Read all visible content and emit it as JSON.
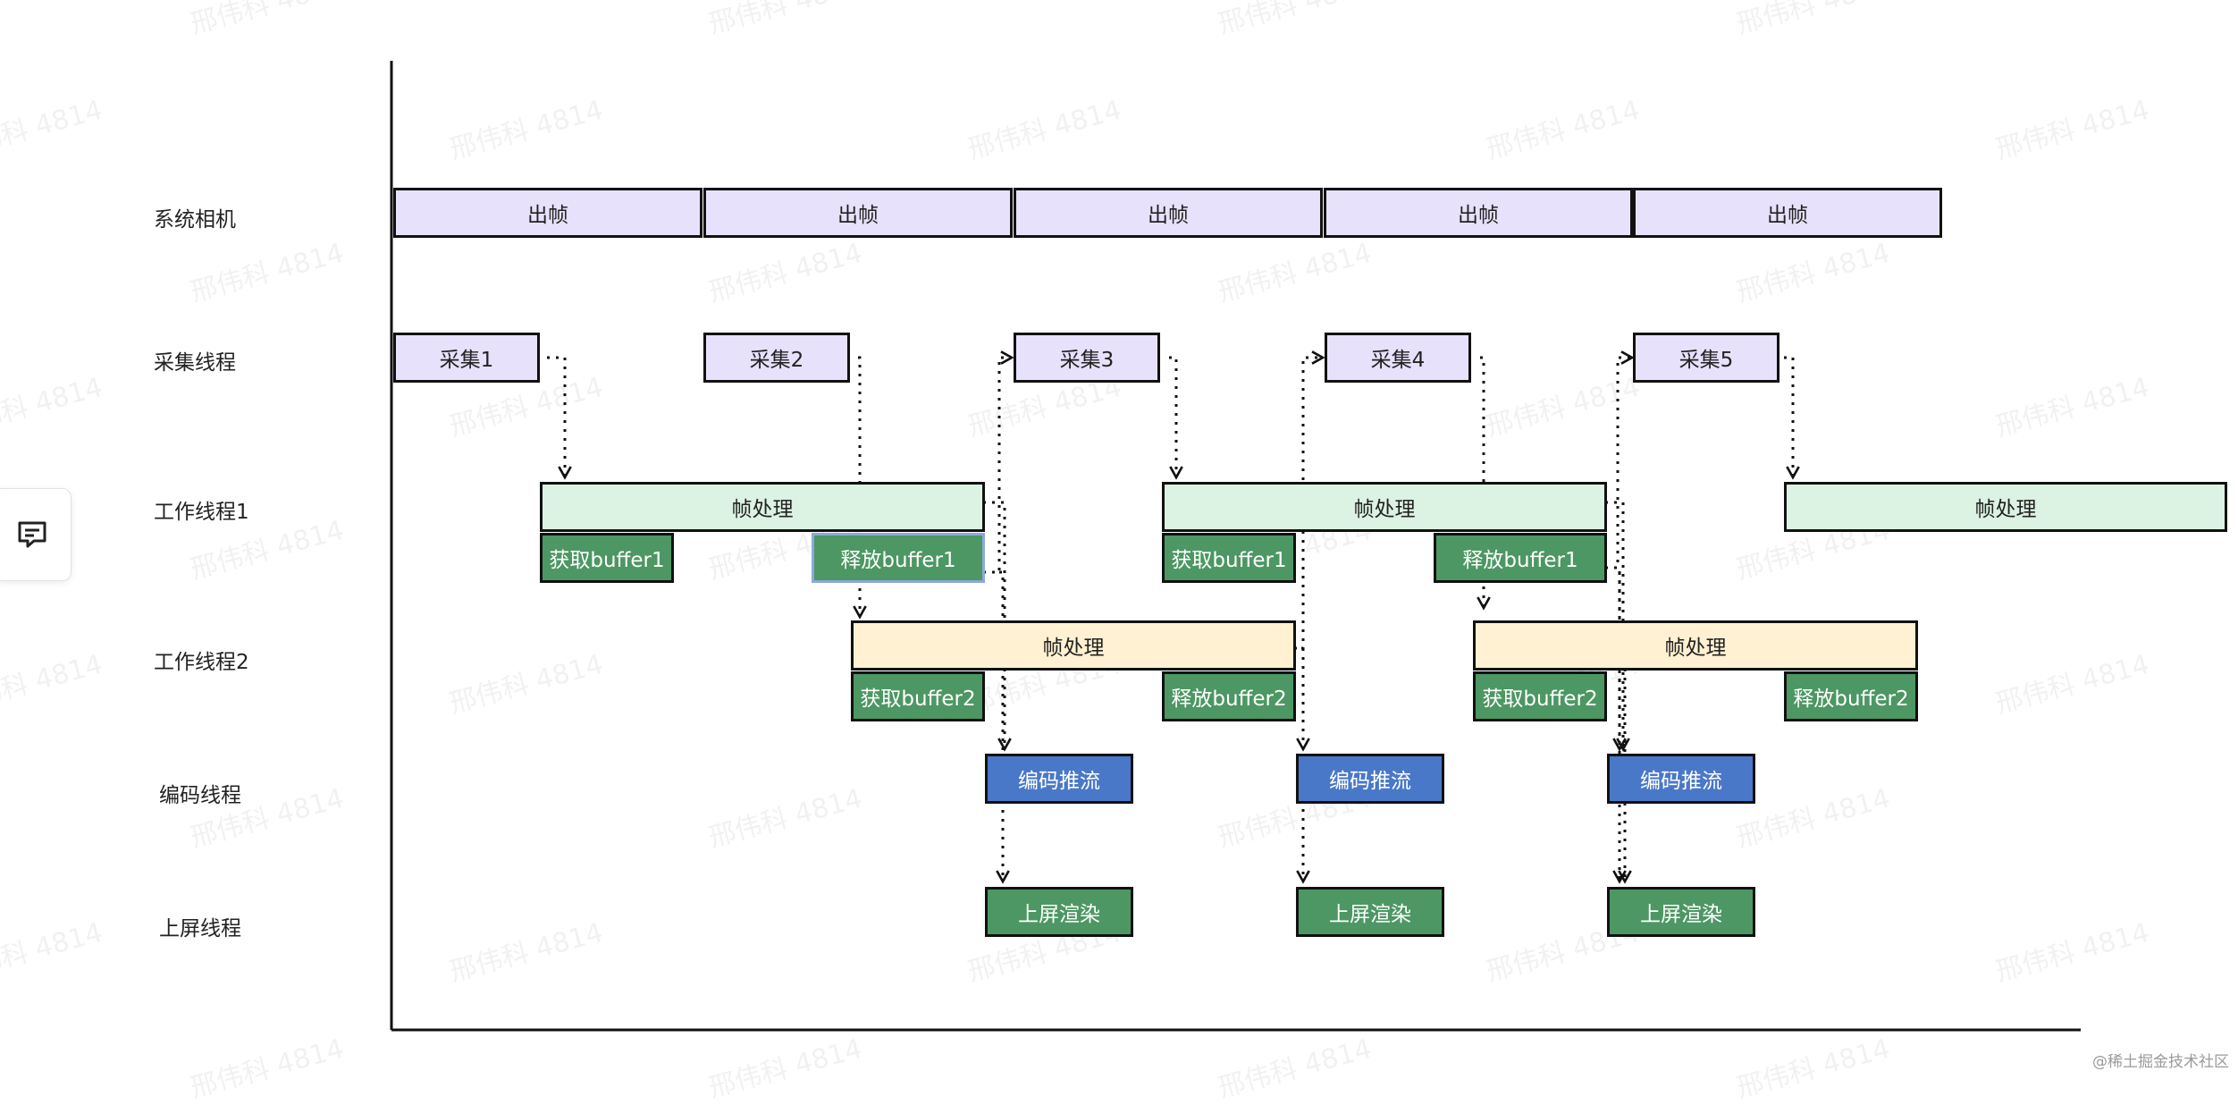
{
  "watermark": "邢伟科 4814",
  "footer_mark": "@稀土掘金技术社区",
  "lanes": [
    {
      "id": "camera",
      "label": "系统相机"
    },
    {
      "id": "capture",
      "label": "采集线程"
    },
    {
      "id": "worker1",
      "label": "工作线程1"
    },
    {
      "id": "worker2",
      "label": "工作线程2"
    },
    {
      "id": "encode",
      "label": "编码线程"
    },
    {
      "id": "render",
      "label": "上屏线程"
    }
  ],
  "boxes": {
    "camera_frames": [
      "出帧",
      "出帧",
      "出帧",
      "出帧",
      "出帧"
    ],
    "captures": [
      "采集1",
      "采集2",
      "采集3",
      "采集4",
      "采集5"
    ],
    "worker1_process": [
      "帧处理",
      "帧处理",
      "帧处理"
    ],
    "worker1_buffers": [
      "获取buffer1",
      "释放buffer1",
      "获取buffer1",
      "释放buffer1"
    ],
    "worker2_process": [
      "帧处理",
      "帧处理"
    ],
    "worker2_buffers": [
      "获取buffer2",
      "释放buffer2",
      "获取buffer2",
      "释放buffer2"
    ],
    "encode": [
      "编码推流",
      "编码推流",
      "编码推流"
    ],
    "render": [
      "上屏渲染",
      "上屏渲染",
      "上屏渲染"
    ]
  },
  "colors": {
    "camera": "#e8e1fb",
    "capture": "#e8e1fb",
    "worker1_process": "#dcf2e2",
    "worker2_process": "#fff1d1",
    "buffer": "#4c9763",
    "encode": "#4a78c8",
    "render": "#4c9763"
  },
  "icons": {
    "side_tab": "feedback-icon"
  }
}
